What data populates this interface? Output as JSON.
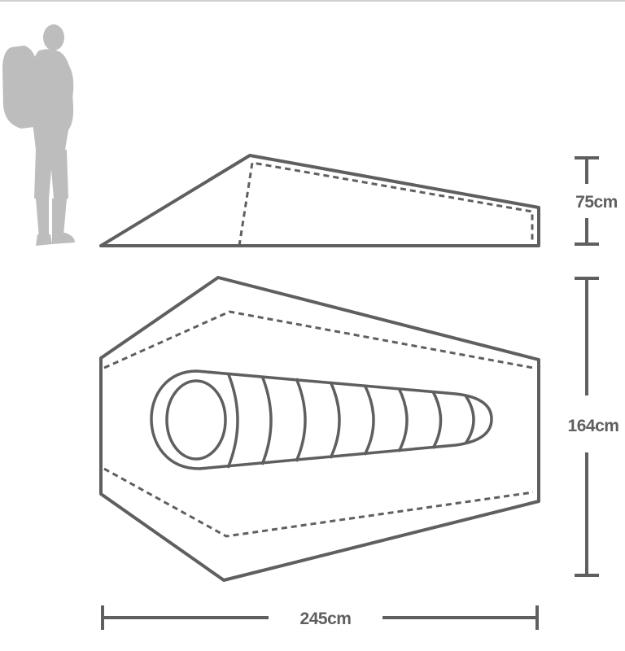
{
  "dimensions": {
    "height_label": "75cm",
    "width_label": "164cm",
    "length_label": "245cm"
  },
  "colors": {
    "outline": "#5f5f5f",
    "figure": "#bdbdbd",
    "background": "#ffffff"
  },
  "icons": {
    "figure": "hiker-with-backpack-icon"
  }
}
